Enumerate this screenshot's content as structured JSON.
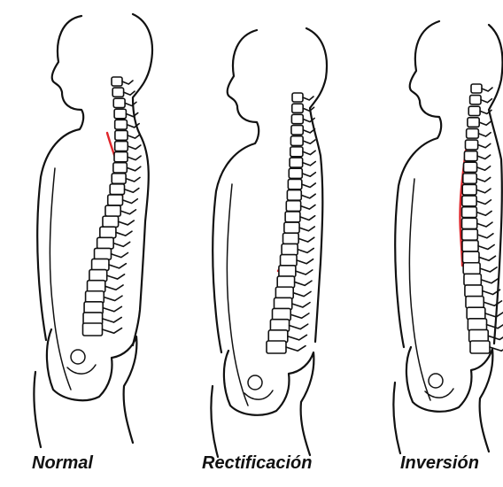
{
  "figures": [
    {
      "id": "normal",
      "label": "Normal",
      "curve_color": "#e0262b"
    },
    {
      "id": "rectificacion",
      "label": "Rectificación",
      "curve_color": "#e0262b"
    },
    {
      "id": "inversion",
      "label": "Inversión",
      "curve_color": "#e0262b"
    }
  ],
  "colors": {
    "line": "#111111",
    "background": "#ffffff",
    "highlight": "#e0262b"
  }
}
